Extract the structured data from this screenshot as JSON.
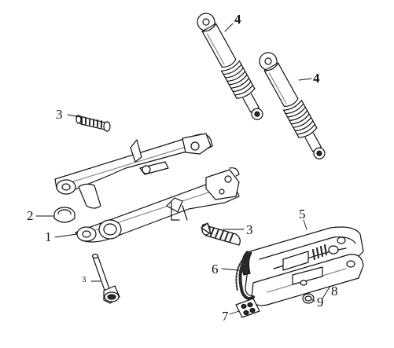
{
  "diagram": {
    "callouts": {
      "shock_left": "4",
      "shock_right": "4",
      "bushing_top": "3",
      "bushing_mid": "3",
      "bolt_long": "3",
      "ring": "2",
      "swingarm": "1",
      "chain_guard": "5",
      "chain": "6",
      "chain_link": "7",
      "guard_cover": "8",
      "pin": "9"
    },
    "colors": {
      "ink": "#111111",
      "shade": "#8a8a8a",
      "dark": "#2a2a2a",
      "fill": "#ffffff"
    }
  }
}
